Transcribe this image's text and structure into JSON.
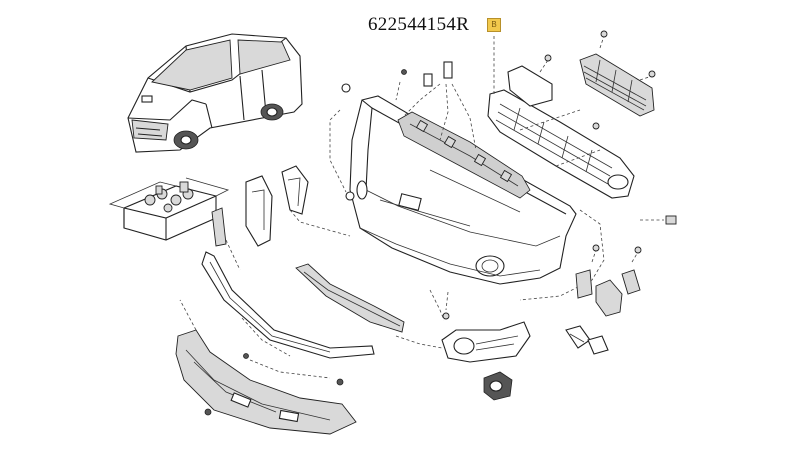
{
  "header": {
    "part_number": "622544154R",
    "marker_label": "B",
    "marker_color": "#f2c94c"
  },
  "parts": [
    {
      "name": "vehicle-overview",
      "highlighted": false
    },
    {
      "name": "fastener-kit-box",
      "highlighted": false
    },
    {
      "name": "front-bumper-cover",
      "highlighted": false
    },
    {
      "name": "bumper-reinforcement-bracket",
      "highlighted": false
    },
    {
      "name": "lower-grille",
      "highlighted": true
    },
    {
      "name": "upper-grille-mesh",
      "highlighted": false
    },
    {
      "name": "bumper-side-bracket-left",
      "highlighted": false
    },
    {
      "name": "bumper-side-bracket-right",
      "highlighted": false
    },
    {
      "name": "lower-spoiler-lip",
      "highlighted": false
    },
    {
      "name": "center-trim-strip",
      "highlighted": false
    },
    {
      "name": "fog-lamp-bezel",
      "highlighted": false
    },
    {
      "name": "fog-lamp",
      "highlighted": false
    },
    {
      "name": "under-engine-shield",
      "highlighted": false
    },
    {
      "name": "mounting-clips-right",
      "highlighted": false
    },
    {
      "name": "mounting-clips-lower",
      "highlighted": false
    },
    {
      "name": "small-clip",
      "highlighted": false
    }
  ]
}
